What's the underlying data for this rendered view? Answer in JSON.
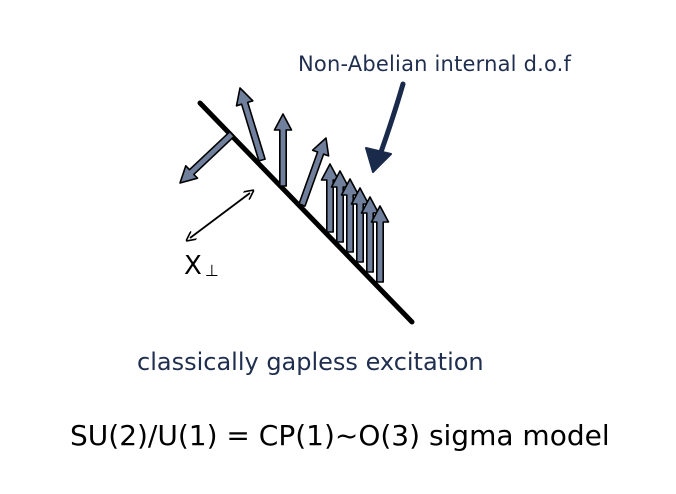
{
  "labels": {
    "internal_dof": "Non-Abelian internal d.o.f",
    "x_symbol": "X",
    "x_subscript": "⊥",
    "excitation": "classically gapless excitation",
    "model": "SU(2)/U(1) = CP(1)~O(3) sigma model"
  },
  "colors": {
    "arrow_fill": "#6f7f9c",
    "arrow_stroke": "#000000",
    "pointer_arrow": "#1a2a4a",
    "text_dark_blue": "#1f2e4f"
  }
}
